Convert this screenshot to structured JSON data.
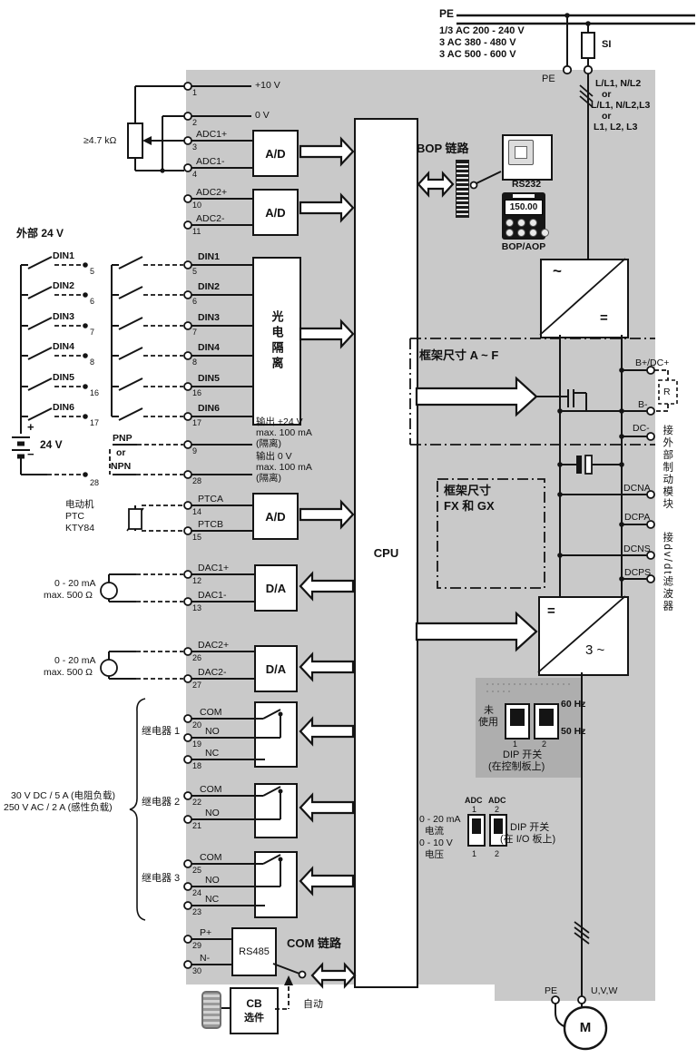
{
  "colors": {
    "panel_bg": "#c9c9c9",
    "dip_panel_bg": "#aeaeae",
    "line": "#111111"
  },
  "top": {
    "pe": "PE",
    "supply": [
      "1/3 AC 200 - 240 V",
      "3 AC 380 - 480 V",
      "3 AC 500 - 600 V"
    ],
    "fuse": "SI",
    "pe_terminal": "PE",
    "phases": [
      "L/L1, N/L2",
      "or",
      "L/L1, N/L2,L3",
      "or",
      "L1, L2, L3"
    ]
  },
  "left": {
    "pot": "≥4.7 kΩ",
    "ext_24v": "外部 24 V",
    "plus": "+",
    "minus": "−",
    "battery": "24 V",
    "pnp": "PNP",
    "or": "or",
    "npn": "NPN",
    "motor_sensor": [
      "电动机",
      "PTC",
      "KTY84"
    ],
    "dac_note": [
      "0 - 20 mA",
      "max. 500 Ω"
    ],
    "relay_rating": [
      "30 V DC / 5 A (电阻负载)",
      "250 V AC / 2 A (感性负载)"
    ],
    "relays": [
      "继电器 1",
      "继电器 2",
      "继电器 3"
    ]
  },
  "din_ext": [
    "DIN1",
    "DIN2",
    "DIN3",
    "DIN4",
    "DIN5",
    "DIN6"
  ],
  "terminals": {
    "t1": {
      "n": "1",
      "label": "+10 V"
    },
    "t2": {
      "n": "2",
      "label": "0 V"
    },
    "t3": {
      "n": "3",
      "label": "ADC1+"
    },
    "t4": {
      "n": "4",
      "label": "ADC1-"
    },
    "t10": {
      "n": "10",
      "label": "ADC2+"
    },
    "t11": {
      "n": "11",
      "label": "ADC2-"
    },
    "t5": {
      "n": "5",
      "label": "DIN1"
    },
    "t6": {
      "n": "6",
      "label": "DIN2"
    },
    "t7": {
      "n": "7",
      "label": "DIN3"
    },
    "t8": {
      "n": "8",
      "label": "DIN4"
    },
    "t16": {
      "n": "16",
      "label": "DIN5"
    },
    "t17": {
      "n": "17",
      "label": "DIN6"
    },
    "t9": {
      "n": "9"
    },
    "t28": {
      "n": "28"
    },
    "t14": {
      "n": "14",
      "label": "PTCA"
    },
    "t15": {
      "n": "15",
      "label": "PTCB"
    },
    "t12": {
      "n": "12",
      "label": "DAC1+"
    },
    "t13": {
      "n": "13",
      "label": "DAC1-"
    },
    "t26": {
      "n": "26",
      "label": "DAC2+"
    },
    "t27": {
      "n": "27",
      "label": "DAC2-"
    },
    "t20": {
      "n": "20",
      "label": "COM"
    },
    "t19": {
      "n": "19",
      "label": "NO"
    },
    "t18": {
      "n": "18",
      "label": "NC"
    },
    "t22": {
      "n": "22",
      "label": "COM"
    },
    "t21": {
      "n": "21",
      "label": "NO"
    },
    "t25": {
      "n": "25",
      "label": "COM"
    },
    "t24": {
      "n": "24",
      "label": "NO"
    },
    "t23": {
      "n": "23",
      "label": "NC"
    },
    "t29": {
      "n": "29",
      "label": "P+"
    },
    "t30": {
      "n": "30",
      "label": "N-"
    }
  },
  "iso_out": [
    "输出 +24 V",
    "max. 100 mA",
    "(隔离)",
    "输出 0 V",
    "max. 100 mA",
    "(隔离)"
  ],
  "blocks": {
    "ad": "A/D",
    "da": "D/A",
    "cpu": "CPU",
    "opto": "光电隔离",
    "rs485": "RS485",
    "cb": [
      "CB",
      "选件"
    ],
    "rs232": "RS232",
    "bop_aop": "BOP/AOP",
    "display": "150.00",
    "rect_ac": "~",
    "rect_dc": "=",
    "inv_dc": "=",
    "inv_ac": "3 ~",
    "motor": "M",
    "r_box": "R"
  },
  "links": {
    "bop": "BOP 链路",
    "com": "COM 链路",
    "auto": "自动"
  },
  "frames": {
    "af": "框架尺寸 A ~ F",
    "fxgx": [
      "框架尺寸",
      "FX 和 GX"
    ]
  },
  "dc_terms": {
    "bplus": "B+/DC+",
    "bminus": "B-",
    "dcminus": "DC-",
    "dcna": "DCNA",
    "dcpa": "DCPA",
    "dcns": "DCNS",
    "dcps": "DCPS"
  },
  "side_notes": [
    "接外部制动模块",
    "接dv/dt滤波器"
  ],
  "dip1": {
    "not_used": [
      "未",
      "使用"
    ],
    "hz60": "60 Hz",
    "hz50": "50 Hz",
    "n1": "1",
    "n2": "2",
    "title": "DIP 开关",
    "subtitle": "(在控制板上)"
  },
  "dip2": {
    "adc1": "ADC",
    "adc2": "ADC",
    "n1": "1",
    "n2": "2",
    "current": [
      "0 - 20 mA",
      "电流"
    ],
    "voltage": [
      "0 - 10 V",
      "电压"
    ],
    "title": "DIP 开关",
    "subtitle": "(在 I/O 板上)",
    "b1": "1",
    "b2": "2"
  },
  "bottom": {
    "pe": "PE",
    "uvw": "U,V,W"
  }
}
